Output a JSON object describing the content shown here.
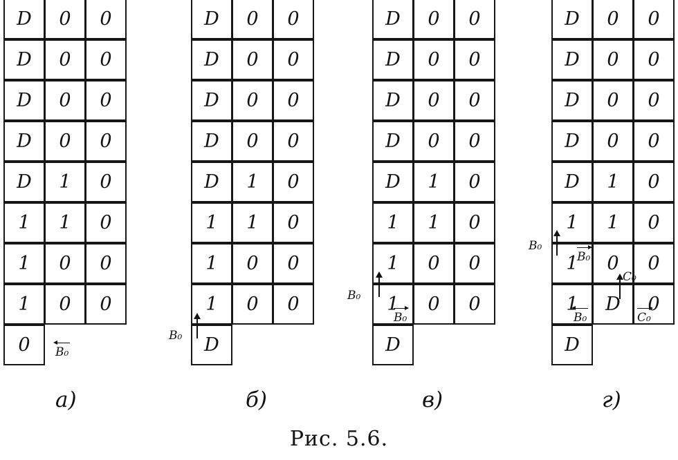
{
  "panels": [
    {
      "label": "а)",
      "rows": [
        [
          "D",
          "0",
          "0"
        ],
        [
          "D",
          "0",
          "0"
        ],
        [
          "D",
          "0",
          "0"
        ],
        [
          "D",
          "0",
          "0"
        ],
        [
          "D",
          "1",
          "0"
        ],
        [
          "1",
          "1",
          "0"
        ],
        [
          "1",
          "0",
          "0"
        ],
        [
          "1",
          "0",
          "0"
        ],
        [
          "0"
        ]
      ]
    },
    {
      "label": "б)",
      "rows": [
        [
          "D",
          "0",
          "0"
        ],
        [
          "D",
          "0",
          "0"
        ],
        [
          "D",
          "0",
          "0"
        ],
        [
          "D",
          "0",
          "0"
        ],
        [
          "D",
          "1",
          "0"
        ],
        [
          "1",
          "1",
          "0"
        ],
        [
          "1",
          "0",
          "0"
        ],
        [
          "1",
          "0",
          "0"
        ],
        [
          "D"
        ]
      ]
    },
    {
      "label": "в)",
      "rows": [
        [
          "D",
          "0",
          "0"
        ],
        [
          "D",
          "0",
          "0"
        ],
        [
          "D",
          "0",
          "0"
        ],
        [
          "D",
          "0",
          "0"
        ],
        [
          "D",
          "1",
          "0"
        ],
        [
          "1",
          "1",
          "0"
        ],
        [
          "1",
          "0",
          "0"
        ],
        [
          "1",
          "0",
          "0"
        ],
        [
          "D"
        ]
      ]
    },
    {
      "label": "г)",
      "rows": [
        [
          "D",
          "0",
          "0"
        ],
        [
          "D",
          "0",
          "0"
        ],
        [
          "D",
          "0",
          "0"
        ],
        [
          "D",
          "0",
          "0"
        ],
        [
          "D",
          "1",
          "0"
        ],
        [
          "1",
          "1",
          "0"
        ],
        [
          "1",
          "0",
          "0"
        ],
        [
          "1",
          "D",
          "0"
        ],
        [
          "D"
        ]
      ]
    }
  ],
  "annotations": {
    "a_b0": "B₀",
    "b_b0": "B₀",
    "c_b0_left": "B₀",
    "c_b0_cell": "B₀",
    "d_b0_left": "B₀",
    "d_b0_row7": "B₀",
    "d_c0_row7": "C₀",
    "d_b0_row8": "B₀",
    "d_c0_row8": "C₀"
  },
  "caption": "Рис. 5.6."
}
